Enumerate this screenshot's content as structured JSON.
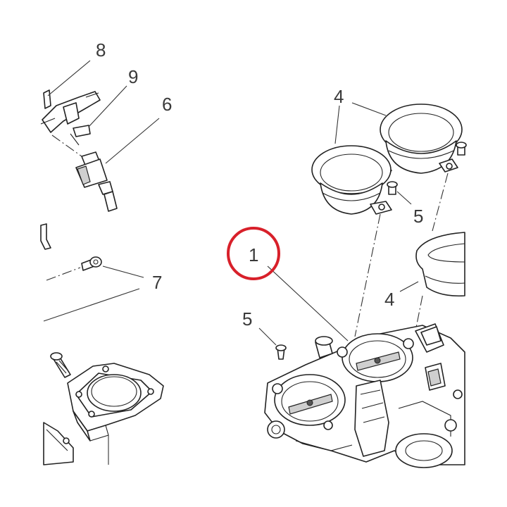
{
  "callouts": {
    "c8": "8",
    "c9": "9",
    "c6": "6",
    "c7": "7",
    "c4a": "4",
    "c5a": "5",
    "c4b": "4",
    "c1": "1",
    "c5b": "5"
  },
  "highlight": {
    "target": "1",
    "color": "#d8202a"
  }
}
